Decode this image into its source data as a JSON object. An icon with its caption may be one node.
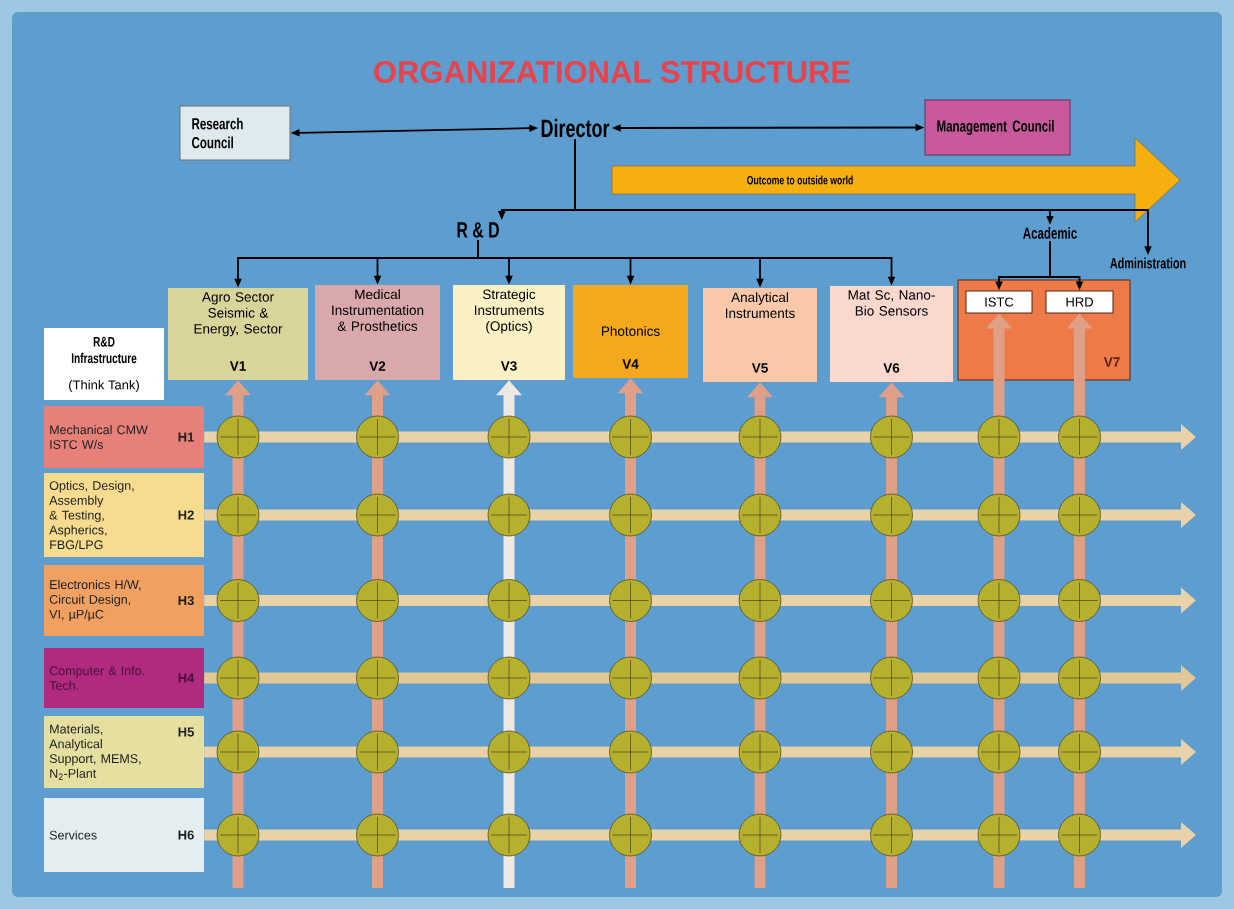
{
  "diagram": {
    "title": "ORGANIZATIONAL STRUCTURE",
    "nodes": [
      {
        "text": [
          "Research Council"
        ]
      },
      {
        "text": [
          "Director"
        ]
      },
      {
        "text": [
          "Management Council"
        ]
      },
      {
        "text": [
          "Outcome to outside world"
        ]
      },
      {
        "text": [
          "R & D"
        ]
      },
      {
        "text": [
          "Academic"
        ]
      },
      {
        "text": [
          "Administration"
        ]
      },
      {
        "text": [
          "Agro Sector Seismic & Energy, Sector",
          "V1"
        ]
      },
      {
        "text": [
          "Medical Instrumentation & Prosthetics",
          "V2"
        ]
      },
      {
        "text": [
          "Strategic Instruments (Optics)",
          "V3"
        ]
      },
      {
        "text": [
          "Photonics",
          "V4"
        ]
      },
      {
        "text": [
          "Analytical Instruments",
          "V5"
        ]
      },
      {
        "text": [
          "Mat Sc, Nano-Bio Sensors",
          "V6"
        ]
      },
      {
        "text": [
          "V7"
        ]
      },
      {
        "text": [
          "ISTC"
        ],
        "in": 13
      },
      {
        "text": [
          "HRD"
        ],
        "in": 13
      },
      {
        "text": [
          "R&D Infrastructure",
          "(Think Tank)"
        ]
      },
      {
        "text": [
          "Mechanical CMW ISTC W/s",
          "H1"
        ]
      },
      {
        "text": [
          "Optics, Design, Assembly & Testing, Aspherics, FBG/LPG",
          "H2"
        ]
      },
      {
        "text": [
          "Electronics H/W, Circuit Design, VI, µP/µC",
          "H3"
        ]
      },
      {
        "text": [
          "Computer & Info. Tech.",
          "H4"
        ]
      },
      {
        "text": [
          "Materials, Analytical Support, MEMS, N$_{2}$-Plant",
          "H5"
        ]
      },
      {
        "text": [
          "Services",
          "H6"
        ]
      }
    ],
    "edges": [
      {
        "from": 0,
        "to": 1,
        "arrow": "both"
      },
      {
        "from": 1,
        "to": 2,
        "arrow": "both"
      },
      {
        "from": 1,
        "to": 4,
        "arrow": "to"
      },
      {
        "from": 1,
        "to": 5,
        "arrow": "to"
      },
      {
        "from": 1,
        "to": 6,
        "arrow": "to"
      },
      {
        "from": 4,
        "to": 7,
        "arrow": "to"
      },
      {
        "from": 4,
        "to": 8,
        "arrow": "to"
      },
      {
        "from": 4,
        "to": 9,
        "arrow": "to"
      },
      {
        "from": 4,
        "to": 10,
        "arrow": "to"
      },
      {
        "from": 4,
        "to": 11,
        "arrow": "to"
      },
      {
        "from": 4,
        "to": 12,
        "arrow": "to"
      },
      {
        "from": 5,
        "to": 14,
        "arrow": "to"
      },
      {
        "from": 5,
        "to": 15,
        "arrow": "to"
      },
      {
        "from": 17,
        "to": null,
        "arrow": "to",
        "color": "#ead2a8"
      },
      {
        "from": 18,
        "to": null,
        "arrow": "to",
        "color": "#ead2a8"
      },
      {
        "from": 19,
        "to": null,
        "arrow": "to",
        "color": "#ead2a8"
      },
      {
        "from": 20,
        "to": null,
        "arrow": "to",
        "color": "#e2c896"
      },
      {
        "from": 21,
        "to": null,
        "arrow": "to",
        "color": "#ead2a8"
      },
      {
        "from": 22,
        "to": null,
        "arrow": "to",
        "color": "#ead2a8"
      },
      {
        "from": null,
        "to": 7,
        "arrow": "to",
        "color": "#e0a088"
      },
      {
        "from": null,
        "to": 8,
        "arrow": "to",
        "color": "#e0a088"
      },
      {
        "from": null,
        "to": 9,
        "arrow": "to",
        "color": "#eee8e2"
      },
      {
        "from": null,
        "to": 10,
        "arrow": "to",
        "color": "#e0a088"
      },
      {
        "from": null,
        "to": 11,
        "arrow": "to",
        "color": "#e0a088"
      },
      {
        "from": null,
        "to": 12,
        "arrow": "to",
        "color": "#e0a088"
      },
      {
        "from": null,
        "to": 14,
        "arrow": "to",
        "color": "#e0a088"
      },
      {
        "from": null,
        "to": 15,
        "arrow": "to",
        "color": "#e0a088"
      }
    ]
  }
}
